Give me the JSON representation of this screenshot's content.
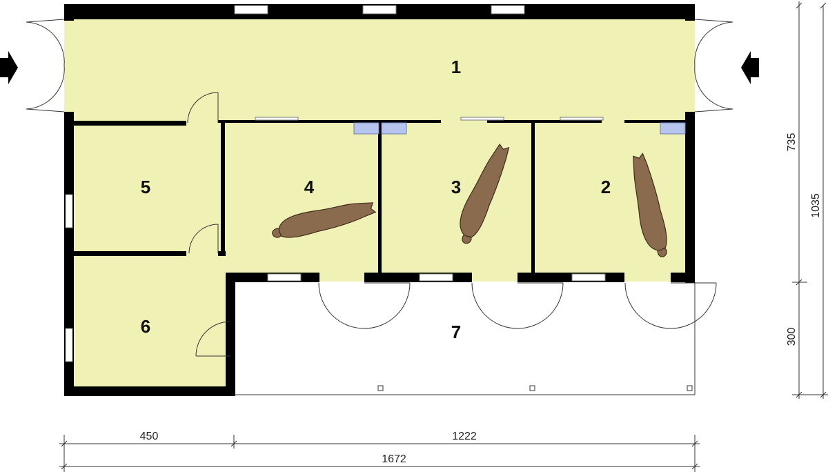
{
  "rooms": [
    "1",
    "2",
    "3",
    "4",
    "5",
    "6",
    "7"
  ],
  "dimensions": {
    "width_left": "450",
    "width_right": "1222",
    "width_total": "1672",
    "depth_main": "735",
    "depth_porch": "300",
    "depth_total": "1035"
  },
  "colors": {
    "floor": "#f0f1b4",
    "wall": "#000000",
    "feeder": "#b6c4ee",
    "horse": "#8a6b4e"
  },
  "icons": [
    "entrance-arrow-icon",
    "horse-icon",
    "door-icon",
    "window-icon",
    "feeder-icon",
    "column-icon"
  ]
}
